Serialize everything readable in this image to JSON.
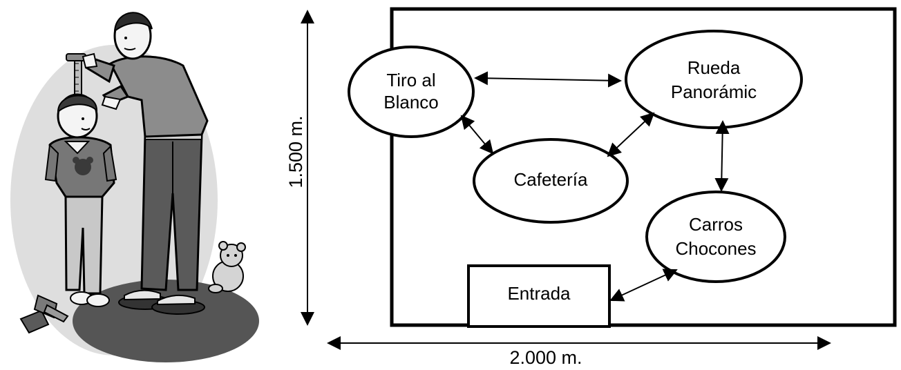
{
  "diagram": {
    "nodes": {
      "tiro": [
        "Tiro al",
        "Blanco"
      ],
      "rueda": [
        "Rueda",
        "Panorámic"
      ],
      "cafeteria": "Cafetería",
      "carros": [
        "Carros",
        "Chocones"
      ],
      "entrada": "Entrada"
    },
    "dimensions": {
      "height": "1.500 m.",
      "width": "2.000 m."
    }
  },
  "illustration": {
    "subject": "adult-measuring-child-height",
    "icons": [
      "measuring-tape-icon",
      "teddy-bear-icon",
      "shoes-icon"
    ]
  },
  "colors": {
    "line": "#000000",
    "background": "#ffffff",
    "gray-light": "#dcdcdc",
    "gray-mid": "#8c8c8c",
    "gray-dark": "#3a3a3a"
  }
}
